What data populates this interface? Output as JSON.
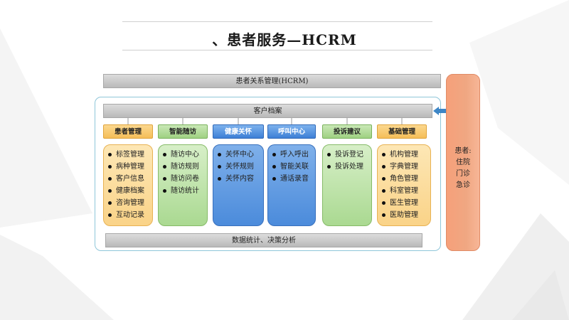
{
  "title": "、患者服务—HCRM",
  "top_bar": "患者关系管理(HCRM)",
  "archive_bar": "客户档案",
  "bottom_bar": "数据统计、决策分析",
  "side_panel": {
    "title": "患者:",
    "items": [
      "住院",
      "门诊",
      "急诊"
    ]
  },
  "modules": [
    {
      "key": "patient-management",
      "header": "患者管理",
      "color": "yellow",
      "items": [
        "标签管理",
        "病种管理",
        "客户信息",
        "健康档案",
        "咨询管理",
        "互动记录"
      ]
    },
    {
      "key": "smart-followup",
      "header": "智能随访",
      "color": "green",
      "items": [
        "随访中心",
        "随访规则",
        "随访问卷",
        "随访统计"
      ]
    },
    {
      "key": "health-care",
      "header": "健康关怀",
      "color": "blue",
      "items": [
        "关怀中心",
        "关怀规则",
        "关怀内容"
      ]
    },
    {
      "key": "call-center",
      "header": "呼叫中心",
      "color": "blue",
      "items": [
        "呼入呼出",
        "智能关联",
        "通话录音"
      ]
    },
    {
      "key": "complaint-suggestion",
      "header": "投诉建议",
      "color": "green",
      "items": [
        "投诉登记",
        "投诉处理"
      ]
    },
    {
      "key": "basic-management",
      "header": "基础管理",
      "color": "yellow",
      "items": [
        "机构管理",
        "字典管理",
        "角色管理",
        "科室管理",
        "医生管理",
        "医助管理"
      ]
    }
  ],
  "colors": {
    "outer_border": "#8fc6d9",
    "side_panel": "#f4a27c",
    "arrow": "#3d86c6"
  }
}
